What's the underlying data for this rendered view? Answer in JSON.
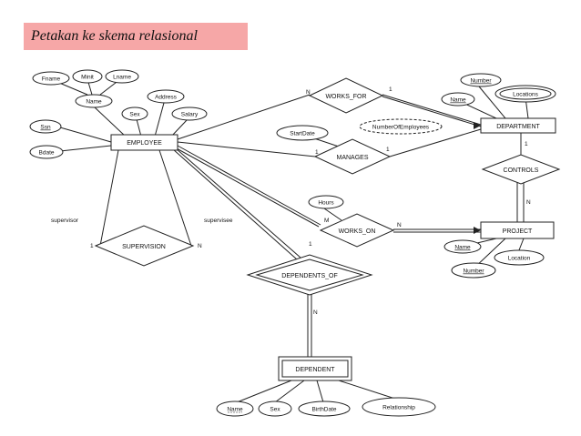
{
  "title": "Petakan ke skema relasional",
  "entities": {
    "employee": "EMPLOYEE",
    "department": "DEPARTMENT",
    "project": "PROJECT",
    "dependent": "DEPENDENT"
  },
  "relationships": {
    "works_for": "WORKS_FOR",
    "manages": "MANAGES",
    "controls": "CONTROLS",
    "works_on": "WORKS_ON",
    "supervision": "SUPERVISION",
    "dependents_of": "DEPENDENTS_OF"
  },
  "attributes": {
    "fname": "Fname",
    "minit": "Minit",
    "lname": "Lname",
    "name": "Name",
    "address": "Address",
    "sex": "Sex",
    "salary": "Salary",
    "ssn": "Ssn",
    "bdate": "Bdate",
    "dept_number": "Number",
    "dept_name": "Name",
    "locations": "Locations",
    "num_employees": "NumberOfEmployees",
    "start_date": "StartDate",
    "hours": "Hours",
    "proj_name": "Name",
    "proj_number": "Number",
    "proj_location": "Location",
    "dep_name": "Name",
    "dep_sex": "Sex",
    "birth_date": "BirthDate",
    "relationship": "Relationship"
  },
  "roles": {
    "supervisor": "supervisor",
    "supervisee": "supervisee"
  },
  "cardinalities": {
    "works_for_emp": "N",
    "works_for_dept": "1",
    "manages_emp": "1",
    "manages_dept": "1",
    "controls_dept": "1",
    "controls_proj": "N",
    "works_on_emp": "M",
    "works_on_proj": "N",
    "supervision_supervisor": "1",
    "supervision_supervisee": "N",
    "dependents_emp": "1",
    "dependents_dep": "N"
  }
}
